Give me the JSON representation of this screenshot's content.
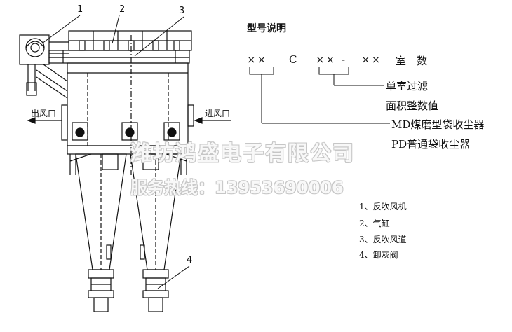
{
  "callouts": [
    "1",
    "2",
    "3",
    "4"
  ],
  "flow": {
    "outlet": "出风口",
    "inlet": "进风口"
  },
  "model": {
    "heading": "型号说明",
    "code": {
      "xx1": "××",
      "c": "C",
      "xx2": "××",
      "dash": "-",
      "xx3": "××",
      "room": "室",
      "count": "数"
    },
    "meanings": [
      "单室过滤",
      "面积整数值",
      "MD煤磨型袋收尘器",
      "PD普通袋收尘器"
    ]
  },
  "legend": [
    "1、反吹风机",
    "2、气缸",
    "3、反吹风道",
    "4、卸灰阀"
  ],
  "watermark": {
    "company": "潍坊鸿盛电子有限公司",
    "phone": "服务热线：13953690006"
  },
  "colors": {
    "line": "#111111",
    "watermark_stroke": "#c9c9c9"
  }
}
